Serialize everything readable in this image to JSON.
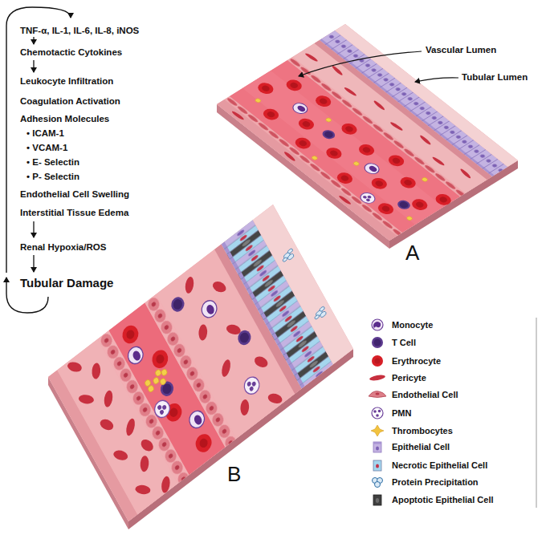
{
  "diagram": {
    "labels": [
      "TNF-α, IL-1, IL-6, IL-8, iNOS",
      "Chemotactic Cytokines",
      "Leukocyte Infiltration",
      "Coagulation Activation",
      "Adhesion Molecules",
      "• ICAM-1",
      "• VCAM-1",
      "• E- Selectin",
      "• P- Selectin",
      "Endothelial Cell Swelling",
      "Interstitial Tissue Edema",
      "Renal Hypoxia/ROS",
      "Tubular Damage",
      "Vascular Lumen",
      "Tubular Lumen",
      "A",
      "B"
    ],
    "legend": [
      {
        "text": "Monocyte"
      },
      {
        "text": "T Cell"
      },
      {
        "text": "Erythrocyte"
      },
      {
        "text": "Pericyte"
      },
      {
        "text": "Endothelial Cell"
      },
      {
        "text": "PMN"
      },
      {
        "text": "Thrombocytes"
      },
      {
        "text": "Epithelial Cell"
      },
      {
        "text": "Necrotic Epithelial Cell"
      },
      {
        "text": "Protein Precipitation"
      },
      {
        "text": "Apoptotic Epithelial Cell"
      }
    ]
  }
}
